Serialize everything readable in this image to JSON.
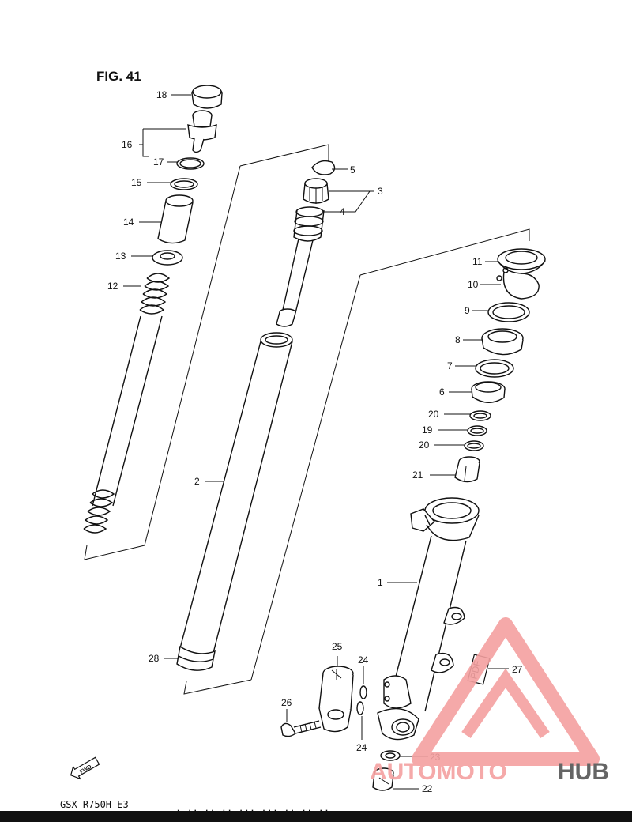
{
  "figure": {
    "title": "FIG. 41"
  },
  "model_code": "GSX-R750H E3",
  "footer_note": "· ·· ·· ·· ··· ··· ·· ·· ··",
  "fwd_label": "FWD",
  "pdf_tag": "PDF",
  "watermark": {
    "part1": "AUTOMOTO",
    "part2": "HUB",
    "accent": "#e8383a",
    "accent_light": "#f4a0a0",
    "dark": "#333333"
  },
  "callouts": [
    {
      "id": "18",
      "text": "18"
    },
    {
      "id": "16",
      "text": "16"
    },
    {
      "id": "17",
      "text": "17"
    },
    {
      "id": "15",
      "text": "15"
    },
    {
      "id": "14",
      "text": "14"
    },
    {
      "id": "13",
      "text": "13"
    },
    {
      "id": "12",
      "text": "12"
    },
    {
      "id": "5",
      "text": "5"
    },
    {
      "id": "3",
      "text": "3"
    },
    {
      "id": "4",
      "text": "4"
    },
    {
      "id": "11",
      "text": "11"
    },
    {
      "id": "10",
      "text": "10"
    },
    {
      "id": "9",
      "text": "9"
    },
    {
      "id": "8",
      "text": "8"
    },
    {
      "id": "7",
      "text": "7"
    },
    {
      "id": "6",
      "text": "6"
    },
    {
      "id": "20a",
      "text": "20"
    },
    {
      "id": "19",
      "text": "19"
    },
    {
      "id": "20b",
      "text": "20"
    },
    {
      "id": "21",
      "text": "21"
    },
    {
      "id": "2",
      "text": "2"
    },
    {
      "id": "1",
      "text": "1"
    },
    {
      "id": "25",
      "text": "25"
    },
    {
      "id": "24a",
      "text": "24"
    },
    {
      "id": "26",
      "text": "26"
    },
    {
      "id": "24b",
      "text": "24"
    },
    {
      "id": "28",
      "text": "28"
    },
    {
      "id": "27",
      "text": "27"
    },
    {
      "id": "23",
      "text": "23"
    },
    {
      "id": "22",
      "text": "22"
    }
  ]
}
